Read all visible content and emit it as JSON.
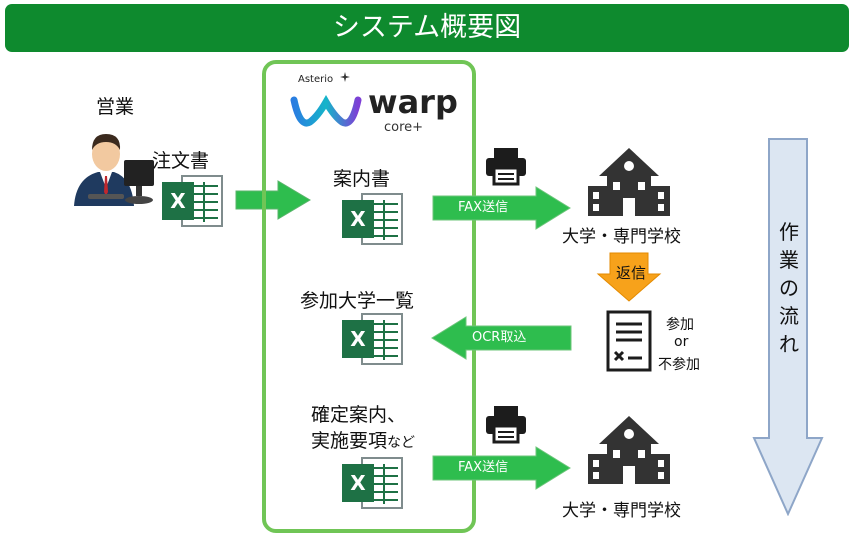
{
  "title": "システム概要図",
  "sales": {
    "label": "営業",
    "doc_label": "注文書"
  },
  "product": {
    "brand_small": "Asterio",
    "brand_name": "warp",
    "brand_sub": "core+"
  },
  "steps": [
    {
      "doc_label": "案内書",
      "arrow_label": "FAX送信",
      "dest": "大学・専門学校"
    },
    {
      "doc_label": "参加大学一覧",
      "arrow_label": "OCR取込"
    },
    {
      "doc_label_line1": "確定案内、",
      "doc_label_line2": "実施要項",
      "doc_label_suffix": "など",
      "arrow_label": "FAX送信",
      "dest": "大学・専門学校"
    }
  ],
  "reply": {
    "label": "返信",
    "form_line1": "参加",
    "form_line2": "or",
    "form_line3": "不参加"
  },
  "flow": {
    "label_chars": [
      "作",
      "業",
      "の",
      "流",
      "れ"
    ]
  },
  "colors": {
    "title_green": "#0e8a2e",
    "box_green": "#70c556",
    "arrow_green": "#2ebd4e",
    "excel_green": "#1e7145",
    "reply_orange": "#f7a21b",
    "flow_blue": "#dce6f2",
    "flow_border": "#8ea6c8"
  }
}
